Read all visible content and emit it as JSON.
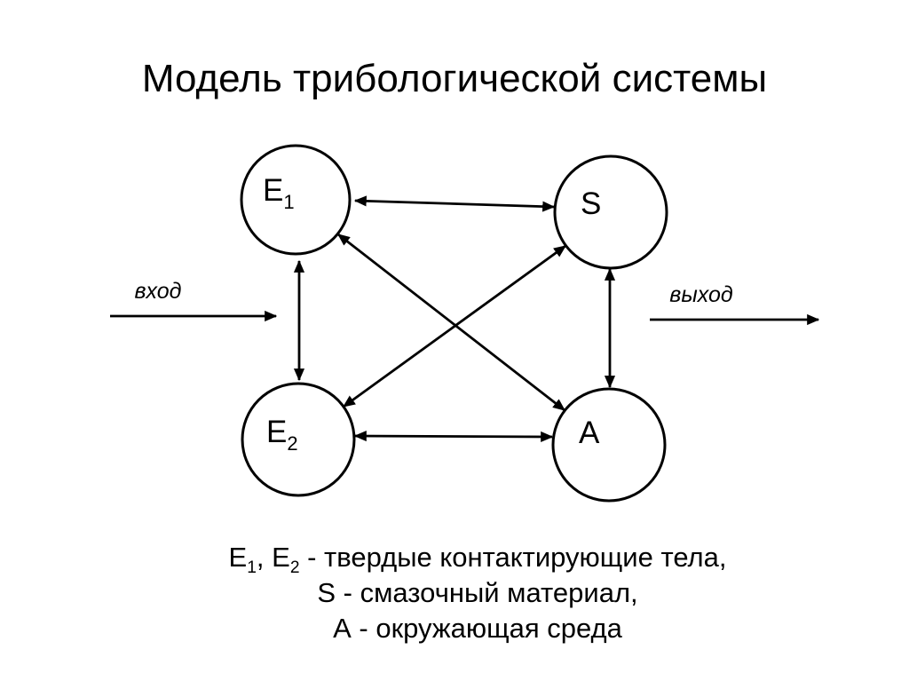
{
  "title": "Модель трибологической системы",
  "colors": {
    "background": "#ffffff",
    "ink": "#000000"
  },
  "diagram": {
    "input_label": "вход",
    "output_label": "выход",
    "nodes": {
      "e1": {
        "text": "E",
        "sub": "1"
      },
      "s": {
        "text": "S",
        "sub": ""
      },
      "e2": {
        "text": "E",
        "sub": "2"
      },
      "a": {
        "text": "A",
        "sub": ""
      }
    },
    "edges": [
      {
        "from": "E1",
        "to": "S",
        "bidirectional": true
      },
      {
        "from": "E1",
        "to": "E2",
        "bidirectional": true
      },
      {
        "from": "E1",
        "to": "A",
        "bidirectional": true
      },
      {
        "from": "E2",
        "to": "S",
        "bidirectional": true
      },
      {
        "from": "E2",
        "to": "A",
        "bidirectional": true
      },
      {
        "from": "S",
        "to": "A",
        "bidirectional": true
      },
      {
        "from": "вход",
        "to": "system",
        "bidirectional": false
      },
      {
        "from": "system",
        "to": "выход",
        "bidirectional": false
      }
    ]
  },
  "legend": {
    "line1": {
      "e1_main": "E",
      "e1_sub": "1",
      "sep": ", ",
      "e2_main": "E",
      "e2_sub": "2",
      "text": " - твердые контактирующие тела,"
    },
    "line2": "S - смазочный материал,",
    "line3": "А - окружающая среда"
  }
}
